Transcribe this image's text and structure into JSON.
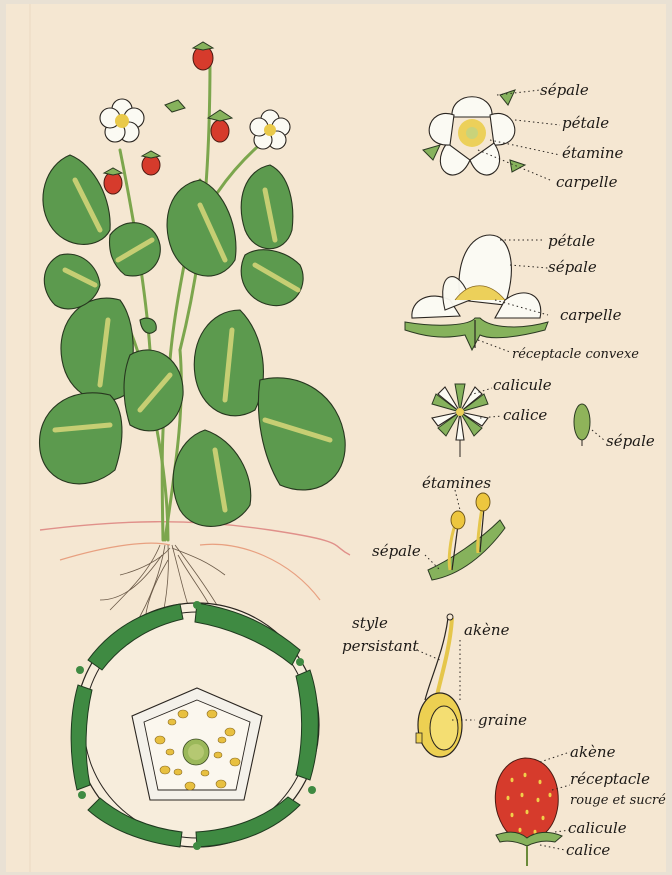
{
  "labels": {
    "fig1": [
      "sépale",
      "pétale",
      "étamine",
      "carpelle"
    ],
    "fig2": [
      "pétale",
      "sépale",
      "carpelle",
      "réceptacle convexe"
    ],
    "fig3": [
      "calicule",
      "calice"
    ],
    "fig3_sepal": "sépale",
    "fig4": [
      "étamines",
      "sépale"
    ],
    "fig5": {
      "style_line1": "style",
      "style_line2": "persistant",
      "achene": "akène",
      "seed": "graine"
    },
    "fig6": [
      "akène",
      "réceptacle",
      "rouge et sucré",
      "calicule",
      "calice"
    ]
  },
  "colors": {
    "paper": "#f5e7d2",
    "leaf": "#5c9a4e",
    "vein": "#d8d77a",
    "petal": "#fbfaf3",
    "berry": "#d63b2c",
    "stamen": "#f0cf4a"
  }
}
